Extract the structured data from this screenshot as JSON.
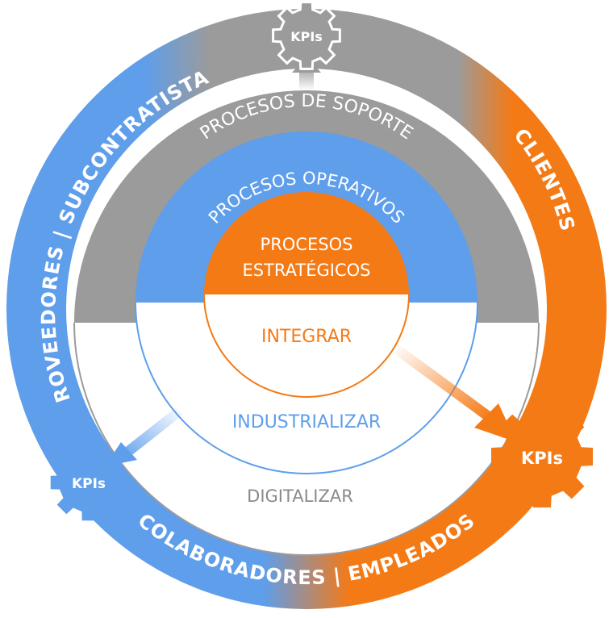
{
  "outer_ring": {
    "left_label": "PROVEEDORES | SUBCONTRATISTAS",
    "right_label": "CLIENTES",
    "bottom_label": "COLABORADORES | EMPLEADOS"
  },
  "arcs": {
    "support": "PROCESOS DE SOPORTE",
    "operative": "PROCESOS OPERATIVOS",
    "strategic_line1": "PROCESOS",
    "strategic_line2": "ESTRATÉGICOS"
  },
  "levels": {
    "integrate": "INTEGRAR",
    "industrialize": "INDUSTRIALIZAR",
    "digitalize": "DIGITALIZAR"
  },
  "gears": {
    "top": "KPIs",
    "left": "KPIs",
    "right": "KPIs"
  },
  "colors": {
    "orange": "#F47A16",
    "blue": "#5E9EEB",
    "gray": "#9B9B9B"
  }
}
